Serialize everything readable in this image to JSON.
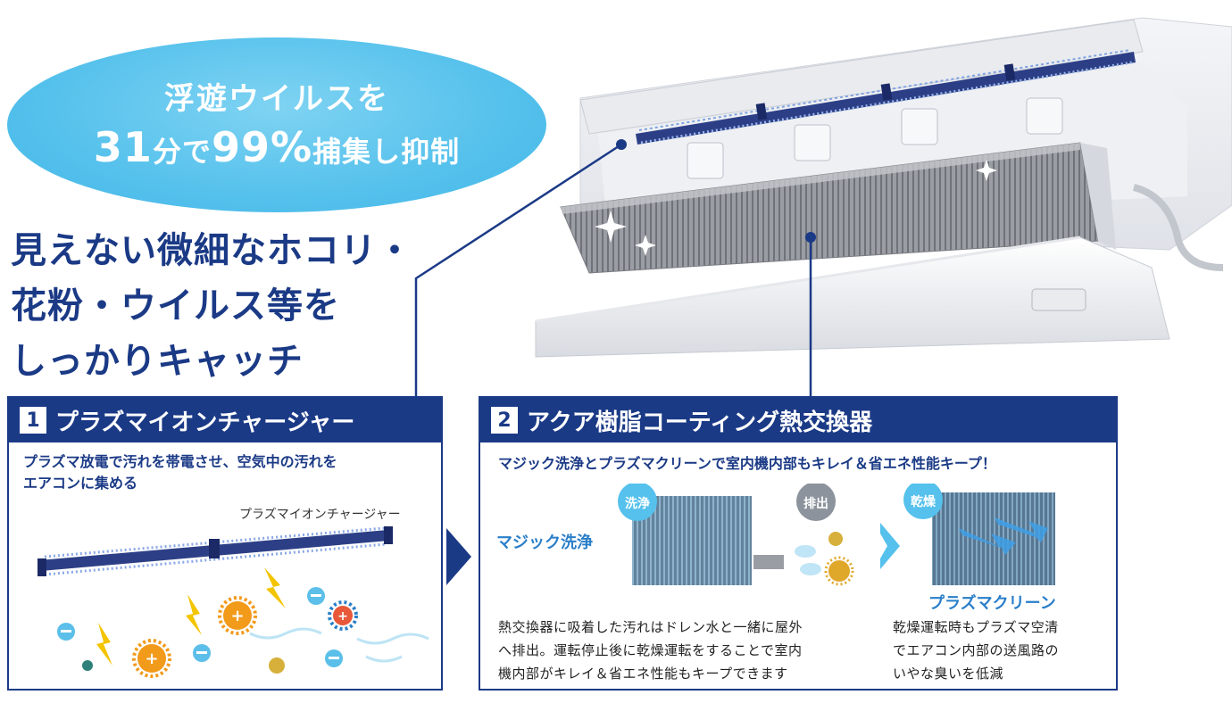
{
  "bubble": {
    "line1": "浮遊ウイルスを",
    "line2_num1": "31",
    "line2_unit1": "分で",
    "line2_num2": "99%",
    "line2_rest": "捕集し抑制",
    "color": "#55c1ec"
  },
  "headline": {
    "line1": "見えない微細なホコリ・",
    "line2": "花粉・ウイルス等を",
    "line3": "しっかりキャッチ",
    "color": "#1b3a86"
  },
  "panel1": {
    "number": "1",
    "title": "プラズマイオンチャージャー",
    "description_line1": "プラズマ放電で汚れを帯電させ、空気中の汚れを",
    "description_line2": "エアコンに集める",
    "caption": "プラズマイオンチャージャー"
  },
  "panel2": {
    "number": "2",
    "title": "アクア樹脂コーティング熱交換器",
    "description": "マジック洗浄とプラズマクリーンで室内機内部もキレイ＆省エネ性能キープ！",
    "badge_wash": "洗浄",
    "badge_drain": "排出",
    "badge_dry": "乾燥",
    "magic_wash_label": "マジック洗浄",
    "plasma_clean_label": "プラズマクリーン",
    "text1_line1": "熱交換器に吸着した汚れはドレン水と一緒に屋外",
    "text1_line2": "へ排出。運転停止後に乾燥運転をすることで室内",
    "text1_line3": "機内部がキレイ＆省エネ性能もキープできます",
    "text2_line1": "乾燥運転時もプラズマ空清",
    "text2_line2": "でエアコン内部の送風路の",
    "text2_line3": "いやな臭いを低減"
  },
  "colors": {
    "navy": "#1b3a86",
    "light_blue": "#55c1ec",
    "accent_blue": "#2a7fc9"
  }
}
